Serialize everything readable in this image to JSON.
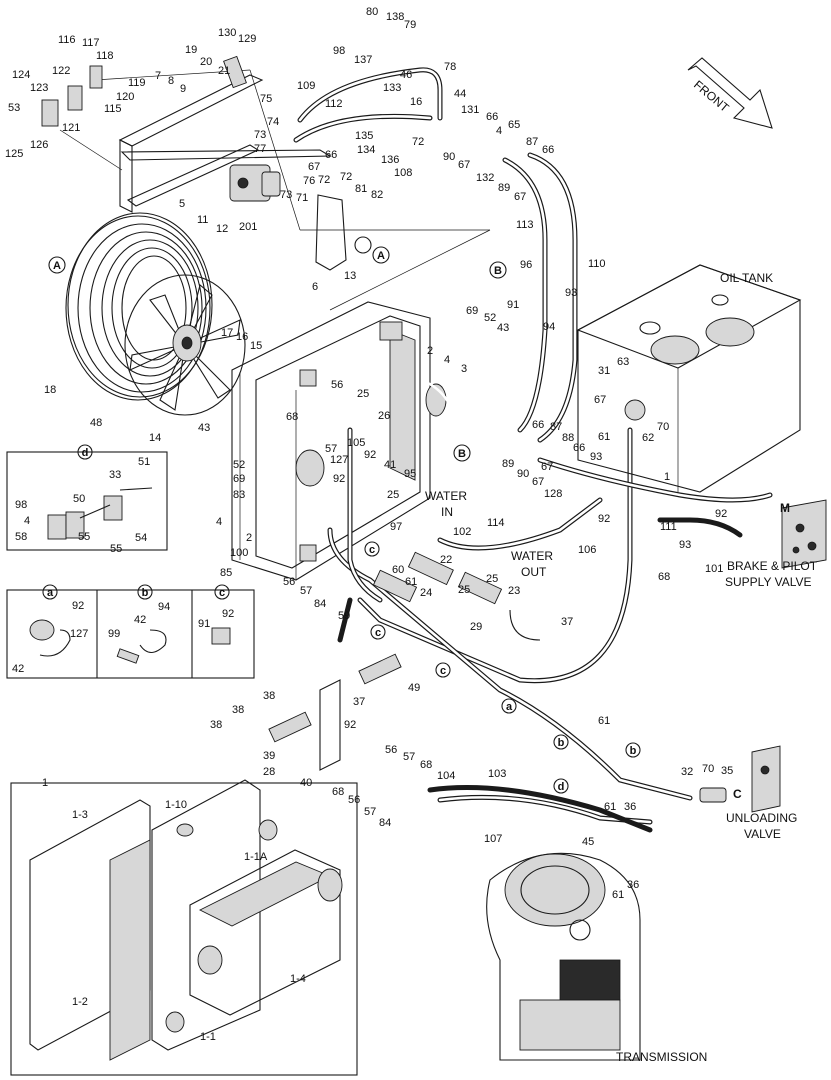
{
  "callouts": {
    "front": "FRONT",
    "oil_tank": "OIL TANK",
    "water_in_1": "WATER",
    "water_in_2": "IN",
    "water_out_1": "WATER",
    "water_out_2": "OUT",
    "brake_valve_1": "BRAKE & PILOT",
    "brake_valve_2": "SUPPLY VALVE",
    "unloading_1": "UNLOADING",
    "unloading_2": "VALVE",
    "transmission": "TRANSMISSION",
    "connector_m": "M",
    "connector_c": "C"
  },
  "circle_markers": {
    "A": "A",
    "B": "B",
    "a": "a",
    "b": "b",
    "c": "c",
    "d": "d"
  },
  "detail_boxes": {
    "d_numbers": [
      "51",
      "33",
      "98",
      "4",
      "50",
      "54",
      "55",
      "58",
      "55"
    ],
    "a_numbers": [
      "92",
      "127",
      "42"
    ],
    "b_numbers": [
      "42",
      "94",
      "99"
    ],
    "c_numbers": [
      "91",
      "92"
    ],
    "inset_numbers": [
      "1",
      "1-3",
      "1-10",
      "1-1A",
      "1-4",
      "1-2",
      "1-1"
    ]
  },
  "part_numbers": [
    "80",
    "138",
    "79",
    "130",
    "129",
    "116",
    "117",
    "118",
    "19",
    "20",
    "21",
    "124",
    "122",
    "7",
    "8",
    "9",
    "119",
    "98",
    "137",
    "78",
    "46",
    "16",
    "44",
    "123",
    "120",
    "115",
    "53",
    "121",
    "126",
    "125",
    "75",
    "109",
    "112",
    "133",
    "131",
    "66",
    "65",
    "4",
    "87",
    "66",
    "74",
    "73",
    "77",
    "67",
    "66",
    "72",
    "72",
    "135",
    "134",
    "136",
    "108",
    "72",
    "90",
    "67",
    "132",
    "89",
    "67",
    "5",
    "76",
    "71",
    "81",
    "82",
    "11",
    "12",
    "201",
    "73",
    "113",
    "110",
    "6",
    "13",
    "96",
    "91",
    "93",
    "94",
    "17",
    "16",
    "15",
    "18",
    "48",
    "14",
    "69",
    "52",
    "43",
    "4",
    "3",
    "2",
    "63",
    "31",
    "67",
    "62",
    "70",
    "56",
    "25",
    "26",
    "68",
    "57",
    "105",
    "92",
    "41",
    "127",
    "92",
    "61",
    "66",
    "87",
    "88",
    "66",
    "67",
    "89",
    "90",
    "67",
    "128",
    "93",
    "1",
    "43",
    "52",
    "69",
    "83",
    "95",
    "25",
    "97",
    "92",
    "111",
    "93",
    "92",
    "101",
    "4",
    "2",
    "100",
    "85",
    "102",
    "114",
    "106",
    "68",
    "56",
    "57",
    "84",
    "59",
    "60",
    "61",
    "24",
    "22",
    "25",
    "25",
    "23",
    "29",
    "37",
    "38",
    "38",
    "38",
    "37",
    "49",
    "39",
    "92",
    "28",
    "40",
    "68",
    "56",
    "57",
    "68",
    "56",
    "57",
    "84",
    "104",
    "103",
    "107",
    "61",
    "32",
    "70",
    "35",
    "61",
    "36",
    "45",
    "36",
    "61"
  ]
}
